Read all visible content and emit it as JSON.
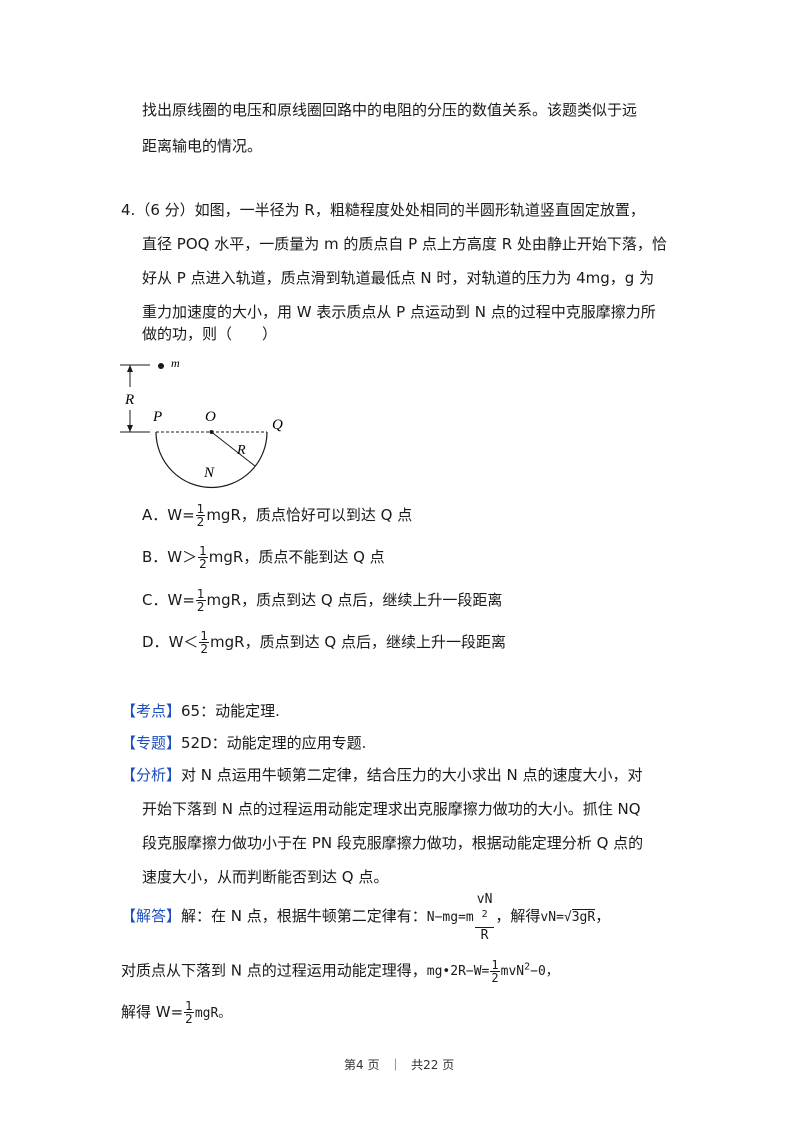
{
  "intro_line1": "找出原线圈的电压和原线圈回路中的电阻的分压的数值关系。该题类似于远",
  "intro_line2": "距离输电的情况。",
  "question": {
    "number": "4.",
    "score": "（6 分）",
    "line1": "如图，一半径为 R，粗糙程度处处相同的半圆形轨道竖直固定放置，",
    "line2": "直径 POQ 水平，一质量为 m 的质点自 P 点上方高度 R 处由静止开始下落，恰",
    "line3": "好从 P 点进入轨道，质点滑到轨道最低点 N 时，对轨道的压力为 4mg，g 为",
    "line4": "重力加速度的大小，用 W 表示质点从 P 点运动到 N 点的过程中克服摩擦力所",
    "line5": "做的功，则（　　）"
  },
  "figure": {
    "label_m": "m",
    "label_R_left": "R",
    "label_P": "P",
    "label_O": "O",
    "label_Q": "Q",
    "label_R_radius": "R",
    "label_N": "N"
  },
  "options": [
    {
      "letter": "A．",
      "pre": "W=",
      "num": "1",
      "den": "2",
      "post": "mgR，质点恰好可以到达 Q 点"
    },
    {
      "letter": "B．",
      "pre": "W＞",
      "num": "1",
      "den": "2",
      "post": "mgR，质点不能到达 Q 点"
    },
    {
      "letter": "C．",
      "pre": "W=",
      "num": "1",
      "den": "2",
      "post": "mgR，质点到达 Q 点后，继续上升一段距离"
    },
    {
      "letter": "D．",
      "pre": "W＜",
      "num": "1",
      "den": "2",
      "post": "mgR，质点到达 Q 点后，继续上升一段距离"
    }
  ],
  "analysis": {
    "kaodian_tag": "【考点】",
    "kaodian_text": "65：动能定理.",
    "zhuanti_tag": "【专题】",
    "zhuanti_text": "52D：动能定理的应用专题.",
    "fenxi_tag": "【分析】",
    "fenxi_line1": "对 N 点运用牛顿第二定律，结合压力的大小求出 N 点的速度大小，对",
    "fenxi_line2": "开始下落到 N 点的过程运用动能定理求出克服摩擦力做功的大小。抓住 NQ",
    "fenxi_line3": "段克服摩擦力做功小于在 PN 段克服摩擦力做功，根据动能定理分析 Q 点的",
    "fenxi_line4": "速度大小，从而判断能否到达 Q 点。"
  },
  "solution": {
    "tag": "【解答】",
    "line1_text": "解：在 N 点，根据牛顿第二定律有：",
    "eq1_left": "N−mg=m",
    "eq1_num": "vN",
    "eq1_sup": "2",
    "eq1_den": "R",
    "line1_mid": "，解得",
    "eq2_left": "vN=",
    "eq2_root": "3gR",
    "line1_end": "，",
    "line2_text": "对质点从下落到 N 点的过程运用动能定理得，",
    "eq3_left": "mg•2R−W=",
    "eq3_num": "1",
    "eq3_den": "2",
    "eq3_right": "mvN",
    "eq3_sup": "2",
    "eq3_tail": "−0，",
    "line3_text": "解得 W=",
    "eq4_num": "1",
    "eq4_den": "2",
    "eq4_right": "mgR。"
  },
  "footer": {
    "page": "第4 页",
    "sep": "｜",
    "total": "共22 页"
  }
}
